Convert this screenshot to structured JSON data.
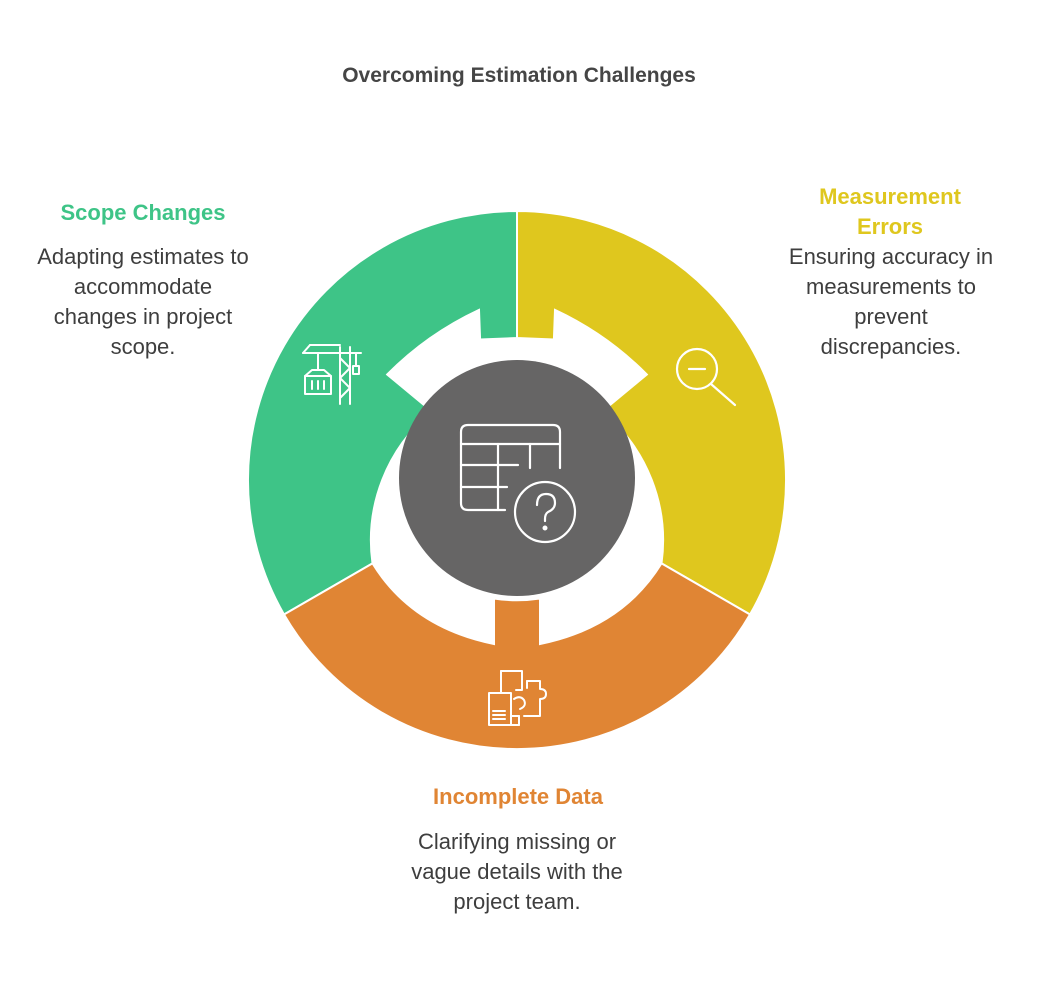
{
  "title": "Overcoming Estimation Challenges",
  "center": {
    "icon": "table-question-icon"
  },
  "segments": [
    {
      "key": "scope",
      "title": "Scope Changes",
      "description": "Adapting estimates to accommodate changes in project scope.",
      "color": "#3ec487",
      "icon": "crane-icon"
    },
    {
      "key": "measurement",
      "title": "Measurement Errors",
      "description": "Ensuring accuracy in measurements to prevent discrepancies.",
      "color": "#dfc71e",
      "icon": "zoom-out-icon"
    },
    {
      "key": "incomplete",
      "title": "Incomplete Data",
      "description": "Clarifying missing or vague details with the project team.",
      "color": "#e08534",
      "icon": "floor-plan-icon"
    }
  ],
  "colors": {
    "center": "#666565",
    "text": "#3e3e3e",
    "title": "#454545"
  }
}
